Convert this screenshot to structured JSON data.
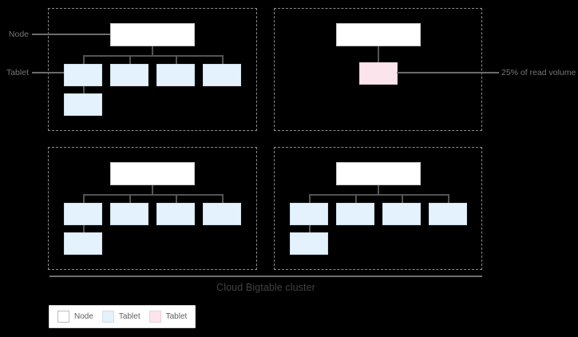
{
  "diagram": {
    "title": "Cloud Bigtable cluster",
    "callouts": {
      "node": "Node",
      "tablet": "Tablet",
      "read_volume": "25% of read volume"
    },
    "legend": {
      "items": [
        {
          "label": "Node",
          "swatch": "node"
        },
        {
          "label": "Tablet",
          "swatch": "tablet"
        },
        {
          "label": "Tablet",
          "swatch": "hot-tablet"
        }
      ]
    },
    "structure": {
      "node_groups": 4,
      "tablets_per_node": [
        5,
        1,
        5,
        5
      ],
      "hot_tablet_group_index": 1
    },
    "colors": {
      "background": "#000000",
      "node_fill": "#ffffff",
      "tablet_fill": "#e3f2fd",
      "hot_tablet_fill": "#fce4ec",
      "connector": "#535353",
      "dashed_border": "#8a8a8a",
      "label_text": "#757575",
      "title_text": "#424242"
    }
  }
}
